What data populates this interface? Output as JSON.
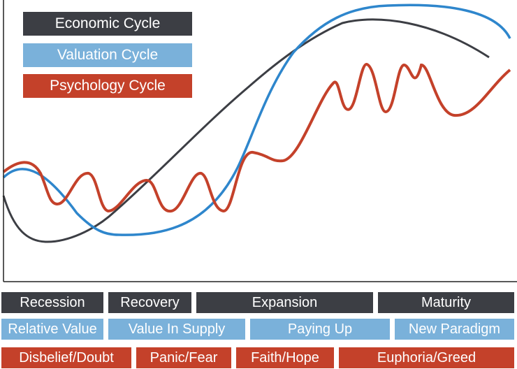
{
  "colors": {
    "economic": "#3c3e44",
    "valuation": "#7ab1da",
    "valuation_line": "#2e86cc",
    "psychology": "#c4412a",
    "axis": "#222222"
  },
  "legend": {
    "economic": "Economic Cycle",
    "valuation": "Valuation Cycle",
    "psychology": "Psychology Cycle"
  },
  "phases": {
    "economic": [
      "Recession",
      "Recovery",
      "Expansion",
      "Maturity"
    ],
    "valuation": [
      "Relative Value",
      "Value In Supply",
      "Paying Up",
      "New Paradigm"
    ],
    "psychology": [
      "Disbelief/Doubt",
      "Panic/Fear",
      "Faith/Hope",
      "Euphoria/Greed"
    ]
  }
}
